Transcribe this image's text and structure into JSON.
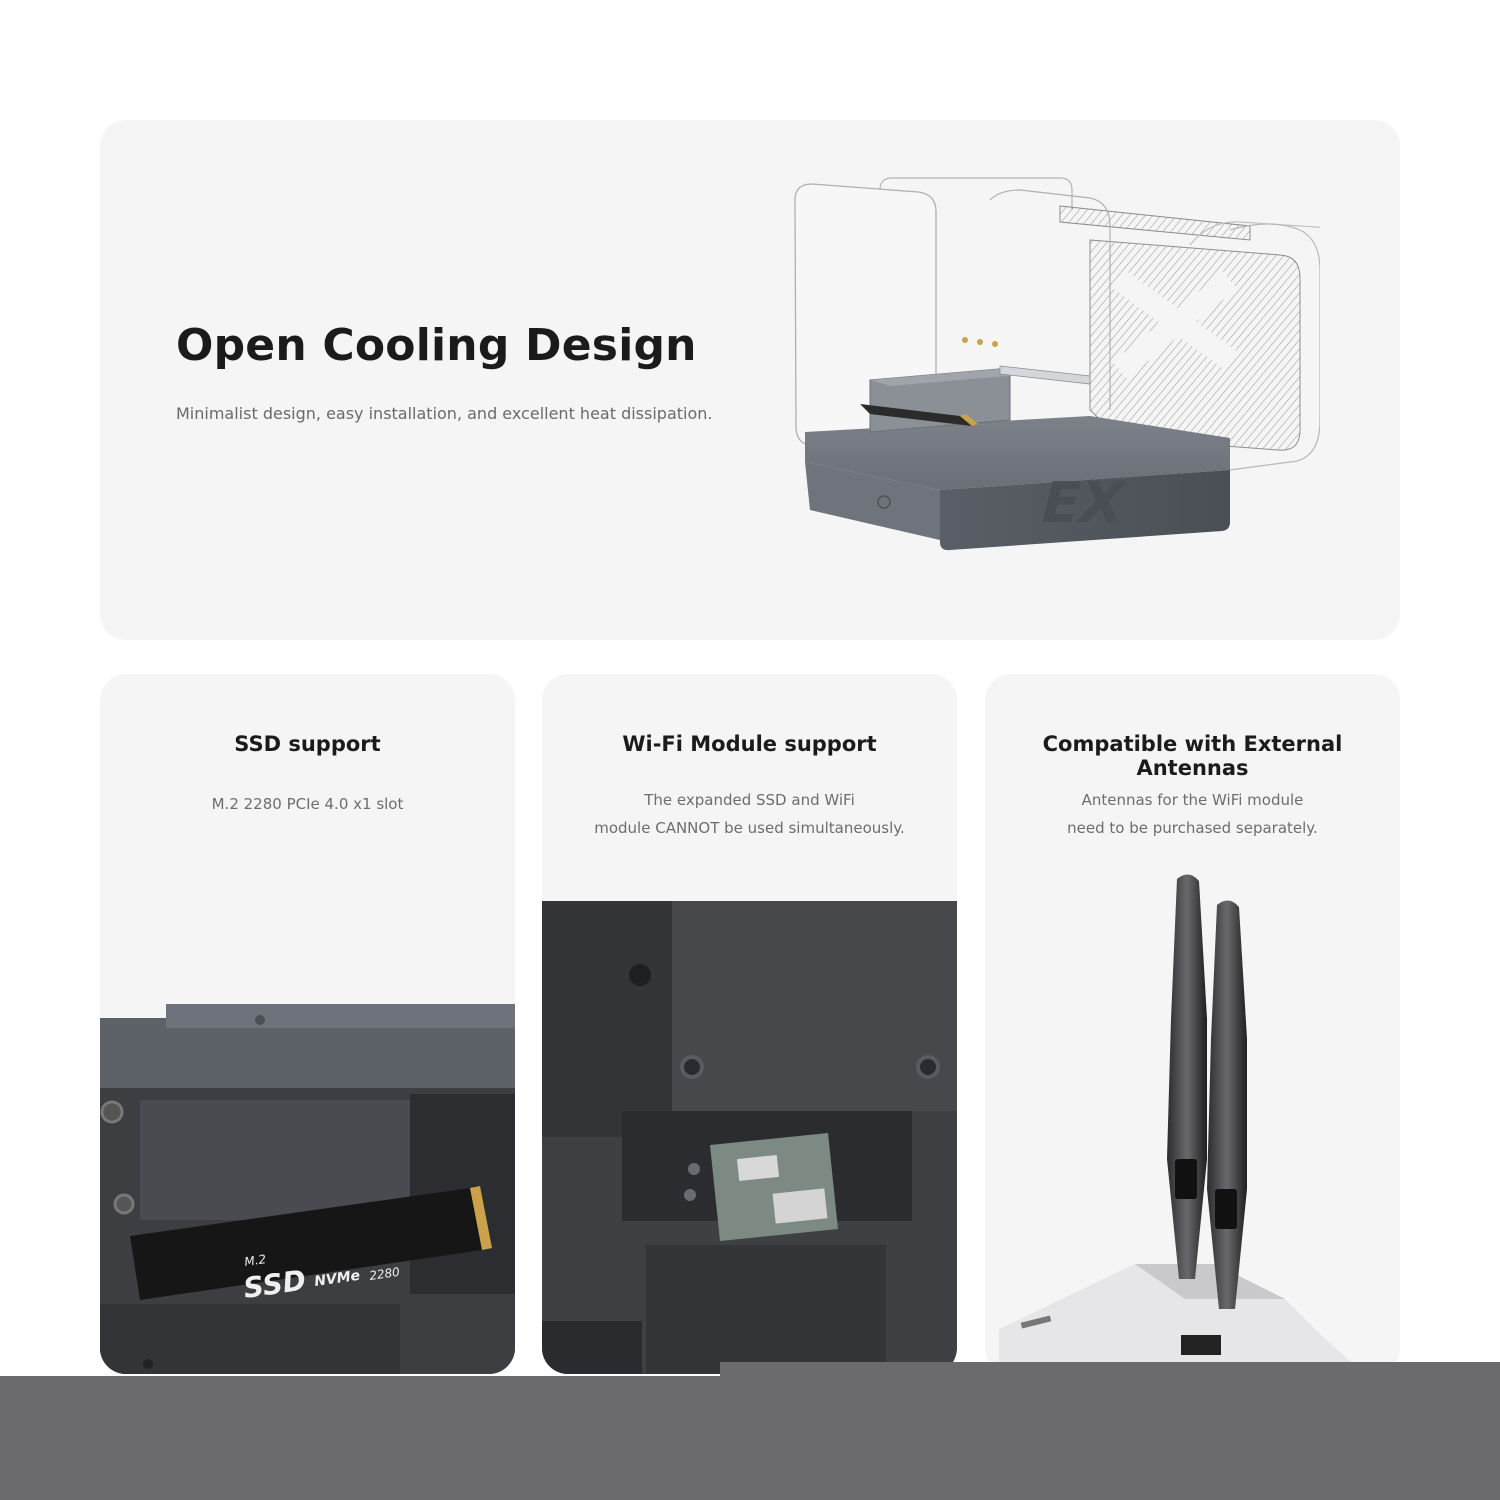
{
  "hero": {
    "title": "Open Cooling Design",
    "subtitle": "Minimalist design, easy installation, and excellent heat dissipation.",
    "logo_text": "EX"
  },
  "cards": [
    {
      "title": "SSD support",
      "lines": [
        "M.2 2280 PCIe 4.0 x1 slot"
      ],
      "ssd_label_small": "M.2",
      "ssd_label_big": "SSD",
      "ssd_label_type": "NVMe",
      "ssd_label_size": "2280"
    },
    {
      "title": "Wi-Fi Module support",
      "lines": [
        "The expanded SSD and WiFi",
        "module CANNOT be used simultaneously."
      ]
    },
    {
      "title": "Compatible with External Antennas",
      "lines": [
        "Antennas for the WiFi module",
        "need to be purchased separately."
      ]
    }
  ],
  "colors": {
    "card_bg": "#f5f5f5",
    "device_gray": "#5c6068",
    "dark_interior": "#3a3b3e",
    "footer_bar": "#6b6b6e",
    "gold_contacts": "#c9a24a"
  },
  "icons": [
    "mini-pc-exploded-illustration",
    "ssd-photo",
    "wifi-module-photo",
    "antenna-photo"
  ]
}
